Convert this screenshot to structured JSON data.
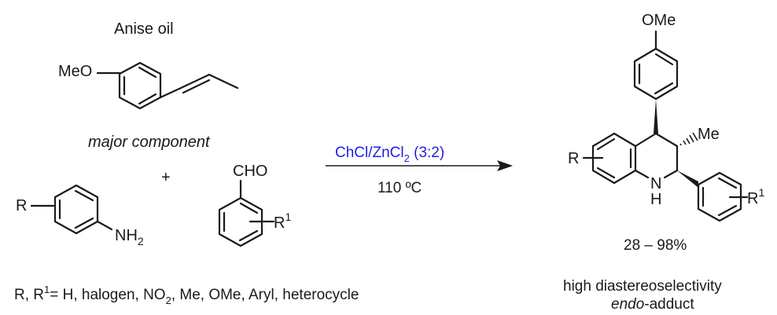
{
  "reactants": {
    "anise_title": "Anise oil",
    "anethole_meo": "MeO",
    "anethole_caption": "major component",
    "plus": "+",
    "aniline_r": "R",
    "aniline_nh": "NH",
    "aniline_nh_sub": "2",
    "aldehyde_cho": "CHO",
    "aldehyde_r": "R",
    "aldehyde_r_sup": "1"
  },
  "conditions": {
    "catalyst_a": "ChCl/ZnCl",
    "catalyst_sub": "2",
    "catalyst_b": " (3:2)",
    "catalyst_color": "#1f1fe0",
    "temperature": "110 ºC"
  },
  "product": {
    "ome": "OMe",
    "me": "Me",
    "r": "R",
    "n": "N",
    "h": "H",
    "r1": "R",
    "r1_sup": "1",
    "yield": "28 – 98%",
    "note1": "high diastereoselectivity",
    "note2_italic": "endo",
    "note2_rest": "-adduct"
  },
  "substituents": {
    "prefix": "R, R",
    "sup": "1",
    "mid": "= H, halogen, NO",
    "sub": "2",
    "rest": ", Me, OMe, Aryl, heterocycle"
  }
}
